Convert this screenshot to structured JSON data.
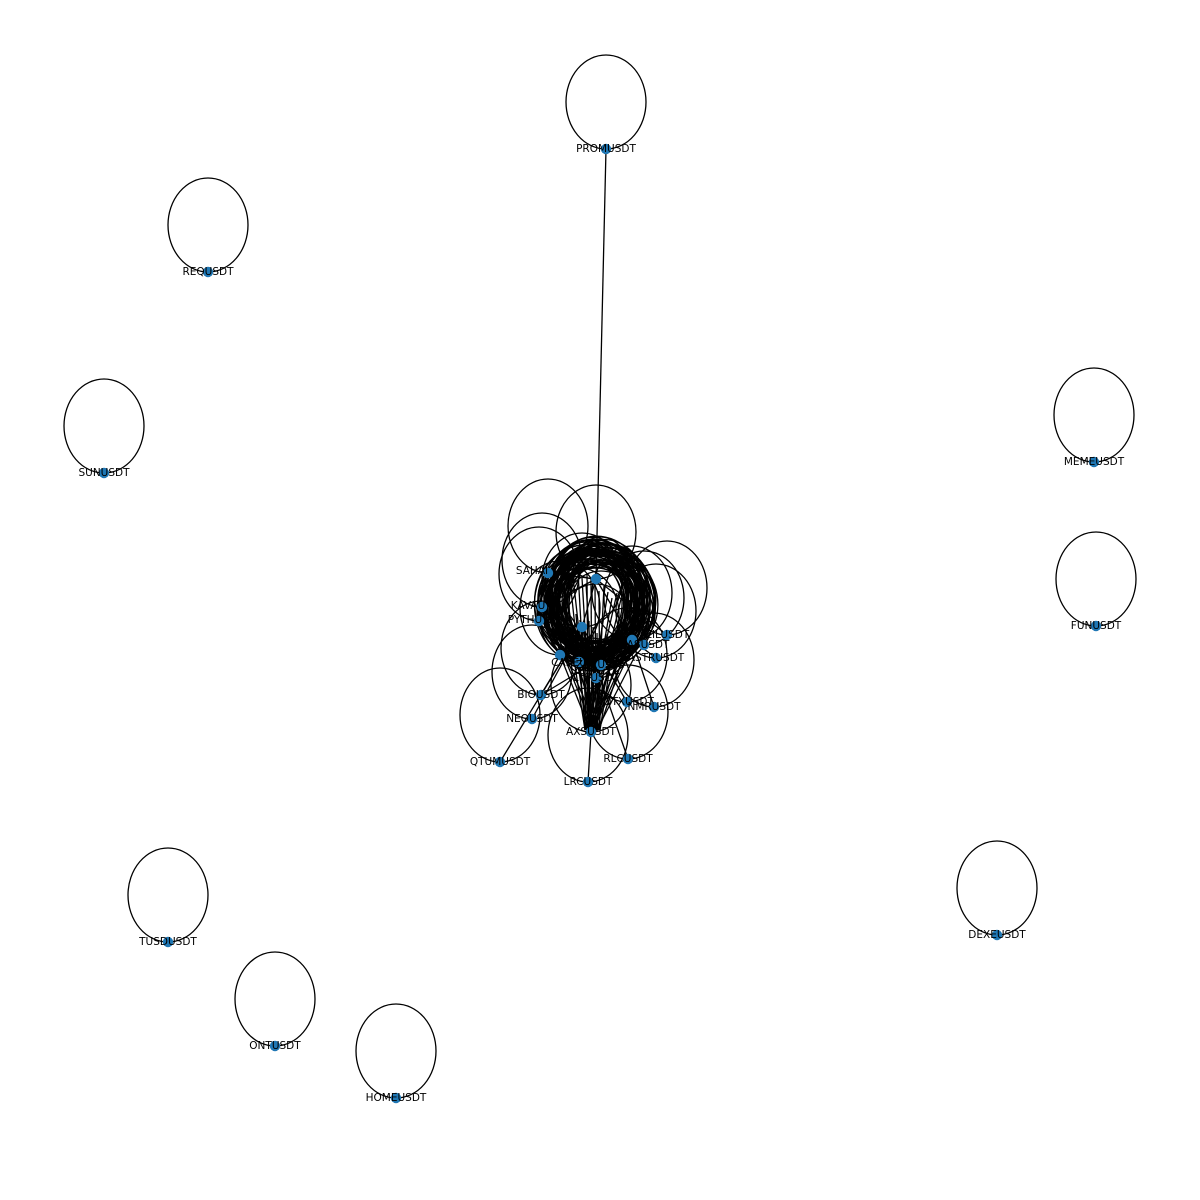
{
  "graph": {
    "colors": {
      "node": "#1f77b4",
      "edge": "#000000",
      "background": "#ffffff"
    },
    "nodes": [
      {
        "id": "PROMUSDT",
        "label": "PROMUSDT",
        "self_loop": true
      },
      {
        "id": "REQUSDT",
        "label": "REQUSDT",
        "self_loop": true
      },
      {
        "id": "SUNUSDT",
        "label": "SUNUSDT",
        "self_loop": true
      },
      {
        "id": "MEMEUSDT",
        "label": "MEMEUSDT",
        "self_loop": true
      },
      {
        "id": "FUNUSDT",
        "label": "FUNUSDT",
        "self_loop": true
      },
      {
        "id": "DEXEUSDT",
        "label": "DEXEUSDT",
        "self_loop": true
      },
      {
        "id": "TUSDUSDT",
        "label": "TUSDUSDT",
        "self_loop": true
      },
      {
        "id": "ONTUSDT",
        "label": "ONTUSDT",
        "self_loop": true
      },
      {
        "id": "HOMEUSDT",
        "label": "HOMEUSDT",
        "self_loop": true
      },
      {
        "id": "SAHARAUSDT",
        "label": "SAHAI",
        "self_loop": true
      },
      {
        "id": "KAVAUSDT",
        "label": "KAVAU",
        "self_loop": true
      },
      {
        "id": "PYTHUSDT",
        "label": "PYTHU",
        "self_loop": true
      },
      {
        "id": "BIOUSDT",
        "label": "BIOUSDT",
        "self_loop": true
      },
      {
        "id": "NEOUSDT",
        "label": "NEOUSDT",
        "self_loop": true
      },
      {
        "id": "QTUMUSDT",
        "label": "QTUMUSDT",
        "self_loop": true
      },
      {
        "id": "AXSUSDT",
        "label": "AXSUSDT",
        "self_loop": true
      },
      {
        "id": "LRCUSDT",
        "label": "LRCUSDT",
        "self_loop": true
      },
      {
        "id": "RLCUSDT",
        "label": "RLCUSDT",
        "self_loop": true
      },
      {
        "id": "IOTXUSDT",
        "label": "IOTXUSDT",
        "self_loop": true
      },
      {
        "id": "NMRUSDT",
        "label": "NMRUSDT",
        "self_loop": true
      },
      {
        "id": "ZILUSDT",
        "label": "ZILUSDT",
        "self_loop": true
      },
      {
        "id": "GASUSDT",
        "label": "GASUSDT",
        "self_loop": true
      },
      {
        "id": "ASTRUSDT",
        "label": "ASTRUSDT",
        "self_loop": true
      },
      {
        "id": "ZRXUSDT",
        "label": "ZRXUSDT",
        "self_loop": true
      },
      {
        "id": "CAKEUSDT",
        "label": "CAKEU",
        "self_loop": true
      },
      {
        "id": "LTCUSDT",
        "label": "LTCUSDT",
        "self_loop": true
      },
      {
        "id": "CORE1",
        "label": "",
        "self_loop": true
      },
      {
        "id": "CORE2",
        "label": "",
        "self_loop": true
      },
      {
        "id": "CORE3",
        "label": "",
        "self_loop": true
      },
      {
        "id": "CORE4",
        "label": "",
        "self_loop": true
      }
    ],
    "edges": [
      [
        "PROMUSDT",
        "CORE1"
      ],
      [
        "QTUMUSDT",
        "CORE2"
      ],
      [
        "NEOUSDT",
        "CORE2"
      ],
      [
        "BIOUSDT",
        "CORE2"
      ],
      [
        "BIOUSDT",
        "CORE3"
      ],
      [
        "AXSUSDT",
        "CORE2"
      ],
      [
        "AXSUSDT",
        "CORE3"
      ],
      [
        "AXSUSDT",
        "CORE4"
      ],
      [
        "LRCUSDT",
        "AXSUSDT"
      ],
      [
        "RLCUSDT",
        "CORE2"
      ],
      [
        "NMRUSDT",
        "CORE3"
      ],
      [
        "IOTXUSDT",
        "CORE2"
      ],
      [
        "SAHARAUSDT",
        "CORE1"
      ],
      [
        "KAVAUSDT",
        "CORE1"
      ],
      [
        "PYTHUSDT",
        "CORE2"
      ],
      [
        "LTCUSDT",
        "CORE2"
      ],
      [
        "ZILUSDT",
        "CORE1"
      ],
      [
        "GASUSDT",
        "CORE3"
      ],
      [
        "ASTRUSDT",
        "CORE3"
      ],
      [
        "ZRXUSDT",
        "CORE4"
      ],
      [
        "CAKEUSDT",
        "CORE2"
      ],
      [
        "CORE1",
        "CORE2"
      ],
      [
        "CORE1",
        "CORE3"
      ],
      [
        "CORE2",
        "CORE4"
      ]
    ]
  }
}
